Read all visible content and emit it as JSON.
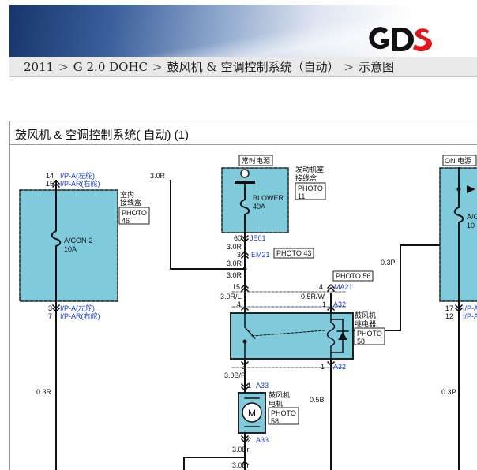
{
  "header": {
    "logo_text": "GDS",
    "colors": {
      "band_dark": "#16356b",
      "logo_red": "#e0161b",
      "logo_black": "#111111"
    }
  },
  "breadcrumb": {
    "items": [
      "2011",
      "G 2.0 DOHC",
      "鼓风机 & 空调控制系统（自动）",
      "示意图"
    ]
  },
  "diagram": {
    "title": "鼓风机 & 空调控制系统( 自动) (1)",
    "colors": {
      "component_fill": "#7fcbdc",
      "connector_label": "#1a3cc8"
    },
    "labels": {
      "always_power": "常时电源",
      "on_power": "ON 电源",
      "engine_box_1": "发动机室",
      "engine_box_2": "接线盒",
      "photo_11": "PHOTO\n11",
      "blower_fuse": "BLOWER",
      "blower_fuse_amp": "40A",
      "pin_60": "60",
      "je01": "JE01",
      "wire_3_0r": "3.0R",
      "pin_3": "3",
      "em21": "EM21",
      "photo_43": "PHOTO 43",
      "photo_56": "PHOTO 56",
      "pin_15": "15",
      "pin_14": "14",
      "ma21": "MA21",
      "wire_3_0rl": "3.0R/L",
      "wire_0_5rw": "0.5R/W",
      "pin_4": "4",
      "pin_1": "1",
      "a32": "A32",
      "relay_1": "鼓风机",
      "relay_2": "继电器",
      "photo_58": "PHOTO\n58",
      "wire_3_0br": "3.0B/R",
      "a33": "A33",
      "motor_1": "鼓风机",
      "motor_2": "电机",
      "motor_symbol": "M",
      "pin_2": "2",
      "wire_3_0br_lower": "3.0Br",
      "wire_0_5b": "0.5B",
      "wire_0_3p": "0.3P",
      "ip_a_left": "I/P-A(左舵)",
      "ip_ar_right": "I/P-AR(右舵)",
      "ip_a_short": "I/P-A",
      "ip_ar_short": "I/P-AR",
      "indoor_box_1": "室内",
      "indoor_box_2": "接线盒",
      "photo_46": "PHOTO\n46",
      "acon2": "A/CON-2",
      "acon2_amp": "10A",
      "acon_partial": "A/C",
      "acon_partial_amp": "10",
      "pin_7": "7",
      "pin_17": "17",
      "pin_12": "12",
      "wire_0_3r": "0.3R"
    }
  }
}
